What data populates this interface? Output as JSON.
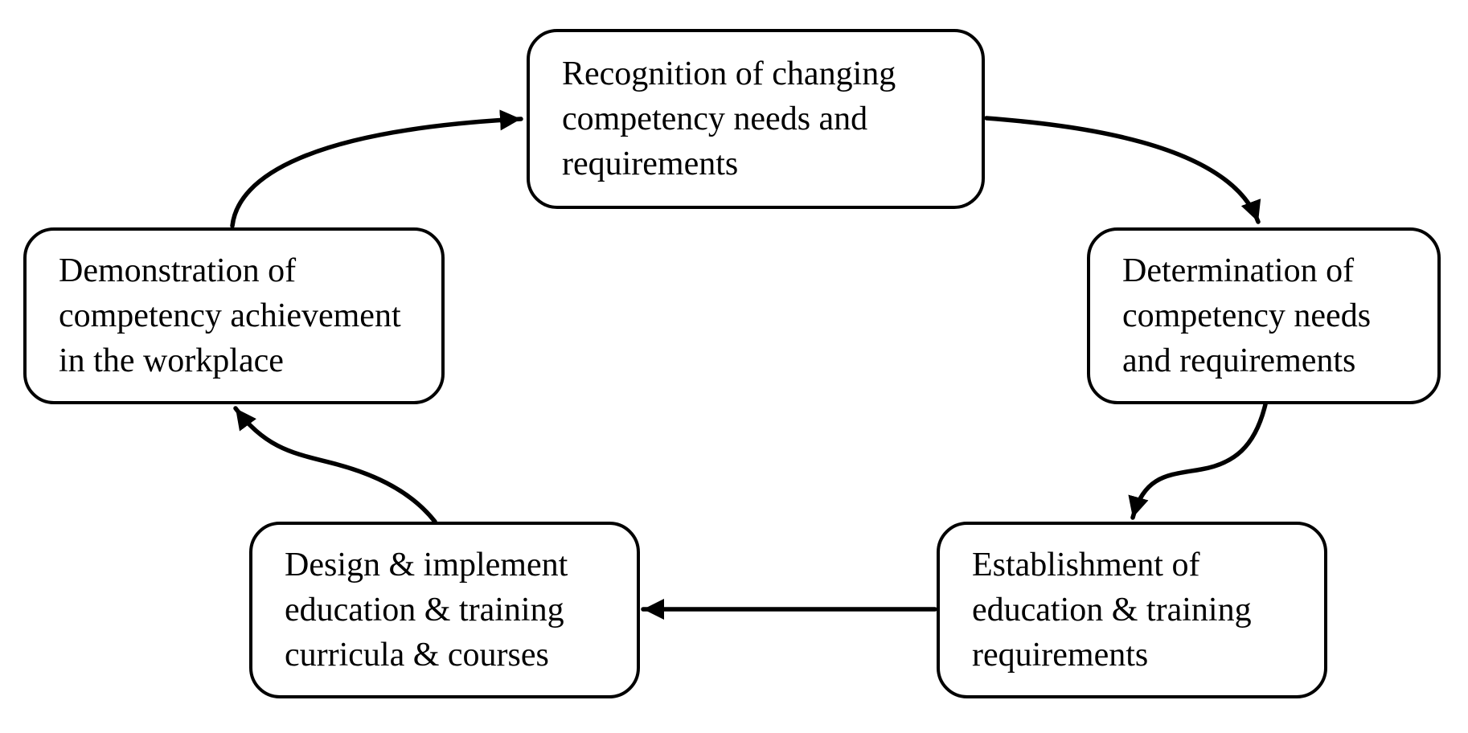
{
  "diagram": {
    "type": "cycle-flowchart",
    "colors": {
      "ink": "#000000",
      "background": "#ffffff"
    },
    "nodes": [
      {
        "id": "recognition",
        "label": "Recognition of changing\ncompetency needs and\nrequirements"
      },
      {
        "id": "determination",
        "label": "Determination of\ncompetency needs\nand requirements"
      },
      {
        "id": "establishment",
        "label": "Establishment of\neducation & training\nrequirements"
      },
      {
        "id": "design",
        "label": "Design & implement\neducation & training\ncurricula & courses"
      },
      {
        "id": "demonstration",
        "label": "Demonstration of\ncompetency achievement\nin the workplace"
      }
    ],
    "edges": [
      {
        "from": "recognition",
        "to": "determination"
      },
      {
        "from": "determination",
        "to": "establishment"
      },
      {
        "from": "establishment",
        "to": "design"
      },
      {
        "from": "design",
        "to": "demonstration"
      },
      {
        "from": "demonstration",
        "to": "recognition"
      }
    ]
  }
}
